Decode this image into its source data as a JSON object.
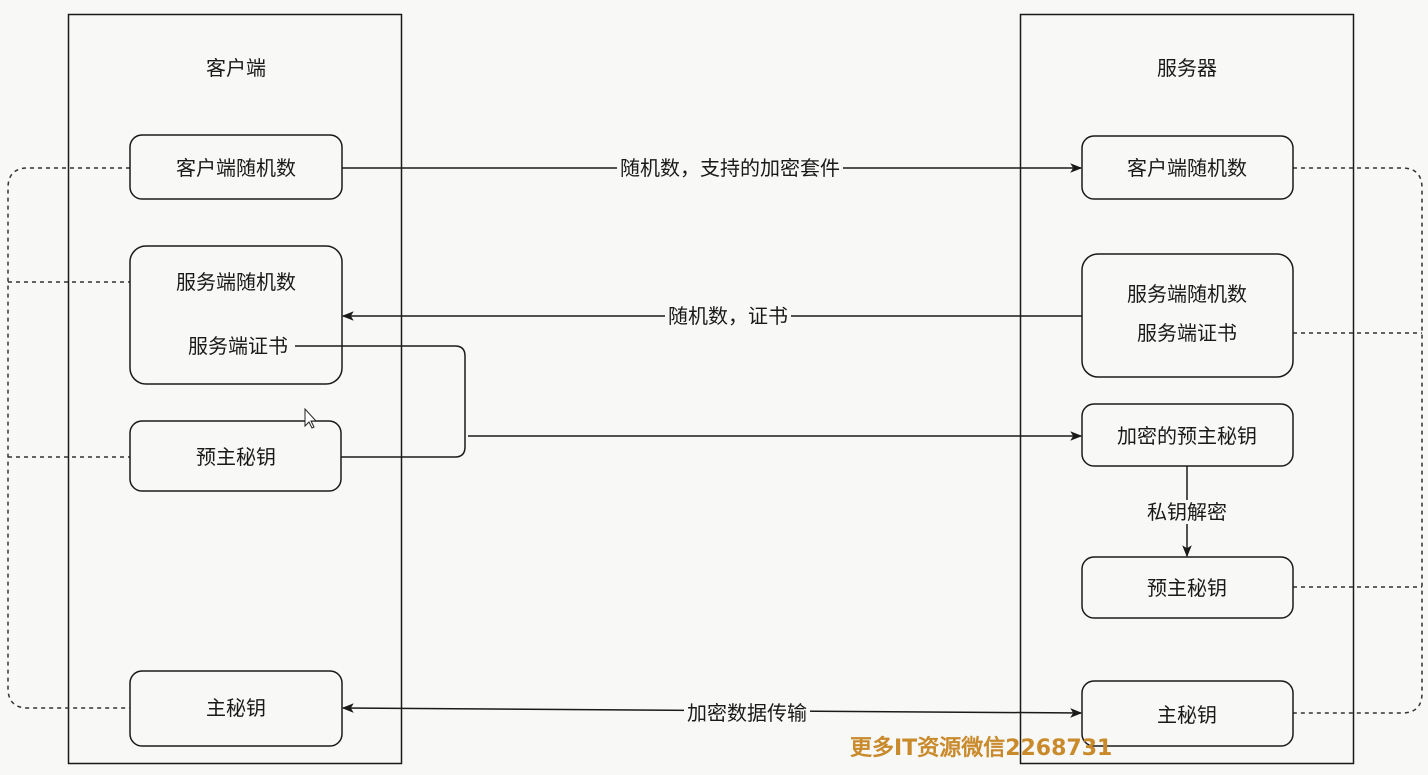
{
  "client": {
    "title": "客户端",
    "random": "客户端随机数",
    "server_random": "服务端随机数",
    "server_cert": "服务端证书",
    "premaster": "预主秘钥",
    "master": "主秘钥"
  },
  "server": {
    "title": "服务器",
    "client_random": "客户端随机数",
    "server_random": "服务端随机数",
    "server_cert": "服务端证书",
    "encrypted_premaster": "加密的预主秘钥",
    "premaster": "预主秘钥",
    "master": "主秘钥"
  },
  "edges": {
    "client_hello": "随机数，支持的加密套件",
    "server_hello": "随机数，证书",
    "decrypt": "私钥解密",
    "data_transfer": "加密数据传输"
  },
  "watermark": "更多IT资源微信2268731",
  "colors": {
    "background": "#f8f8f6",
    "stroke": "#1a1a1a",
    "dashed": "#333333",
    "watermark": "#c98a2c"
  }
}
